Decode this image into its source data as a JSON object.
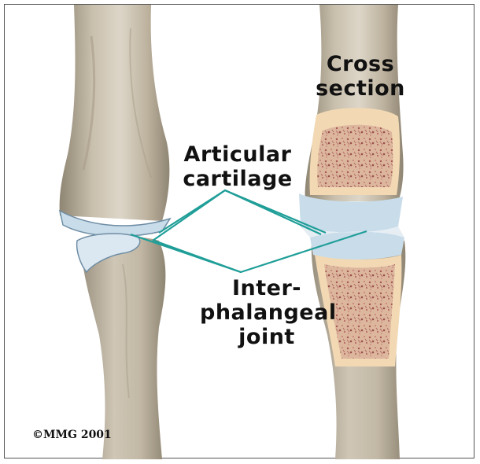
{
  "labels": {
    "cross_section": "Cross\nsection",
    "articular_cartilage": "Articular\ncartilage",
    "interphalangeal_joint": "Inter-\nphalangeal\njoint"
  },
  "copyright": "©MMG 2001",
  "colors": {
    "bone": "#bdb29e",
    "bone_shadow": "#8f8573",
    "bone_highlight": "#ddd6c8",
    "cartilage": "#c8dcea",
    "cartilage_dark": "#6f8da4",
    "marrow": "#f2d9b4",
    "spongy_bone": "#a05454",
    "leader_line": "#1f9e98"
  }
}
